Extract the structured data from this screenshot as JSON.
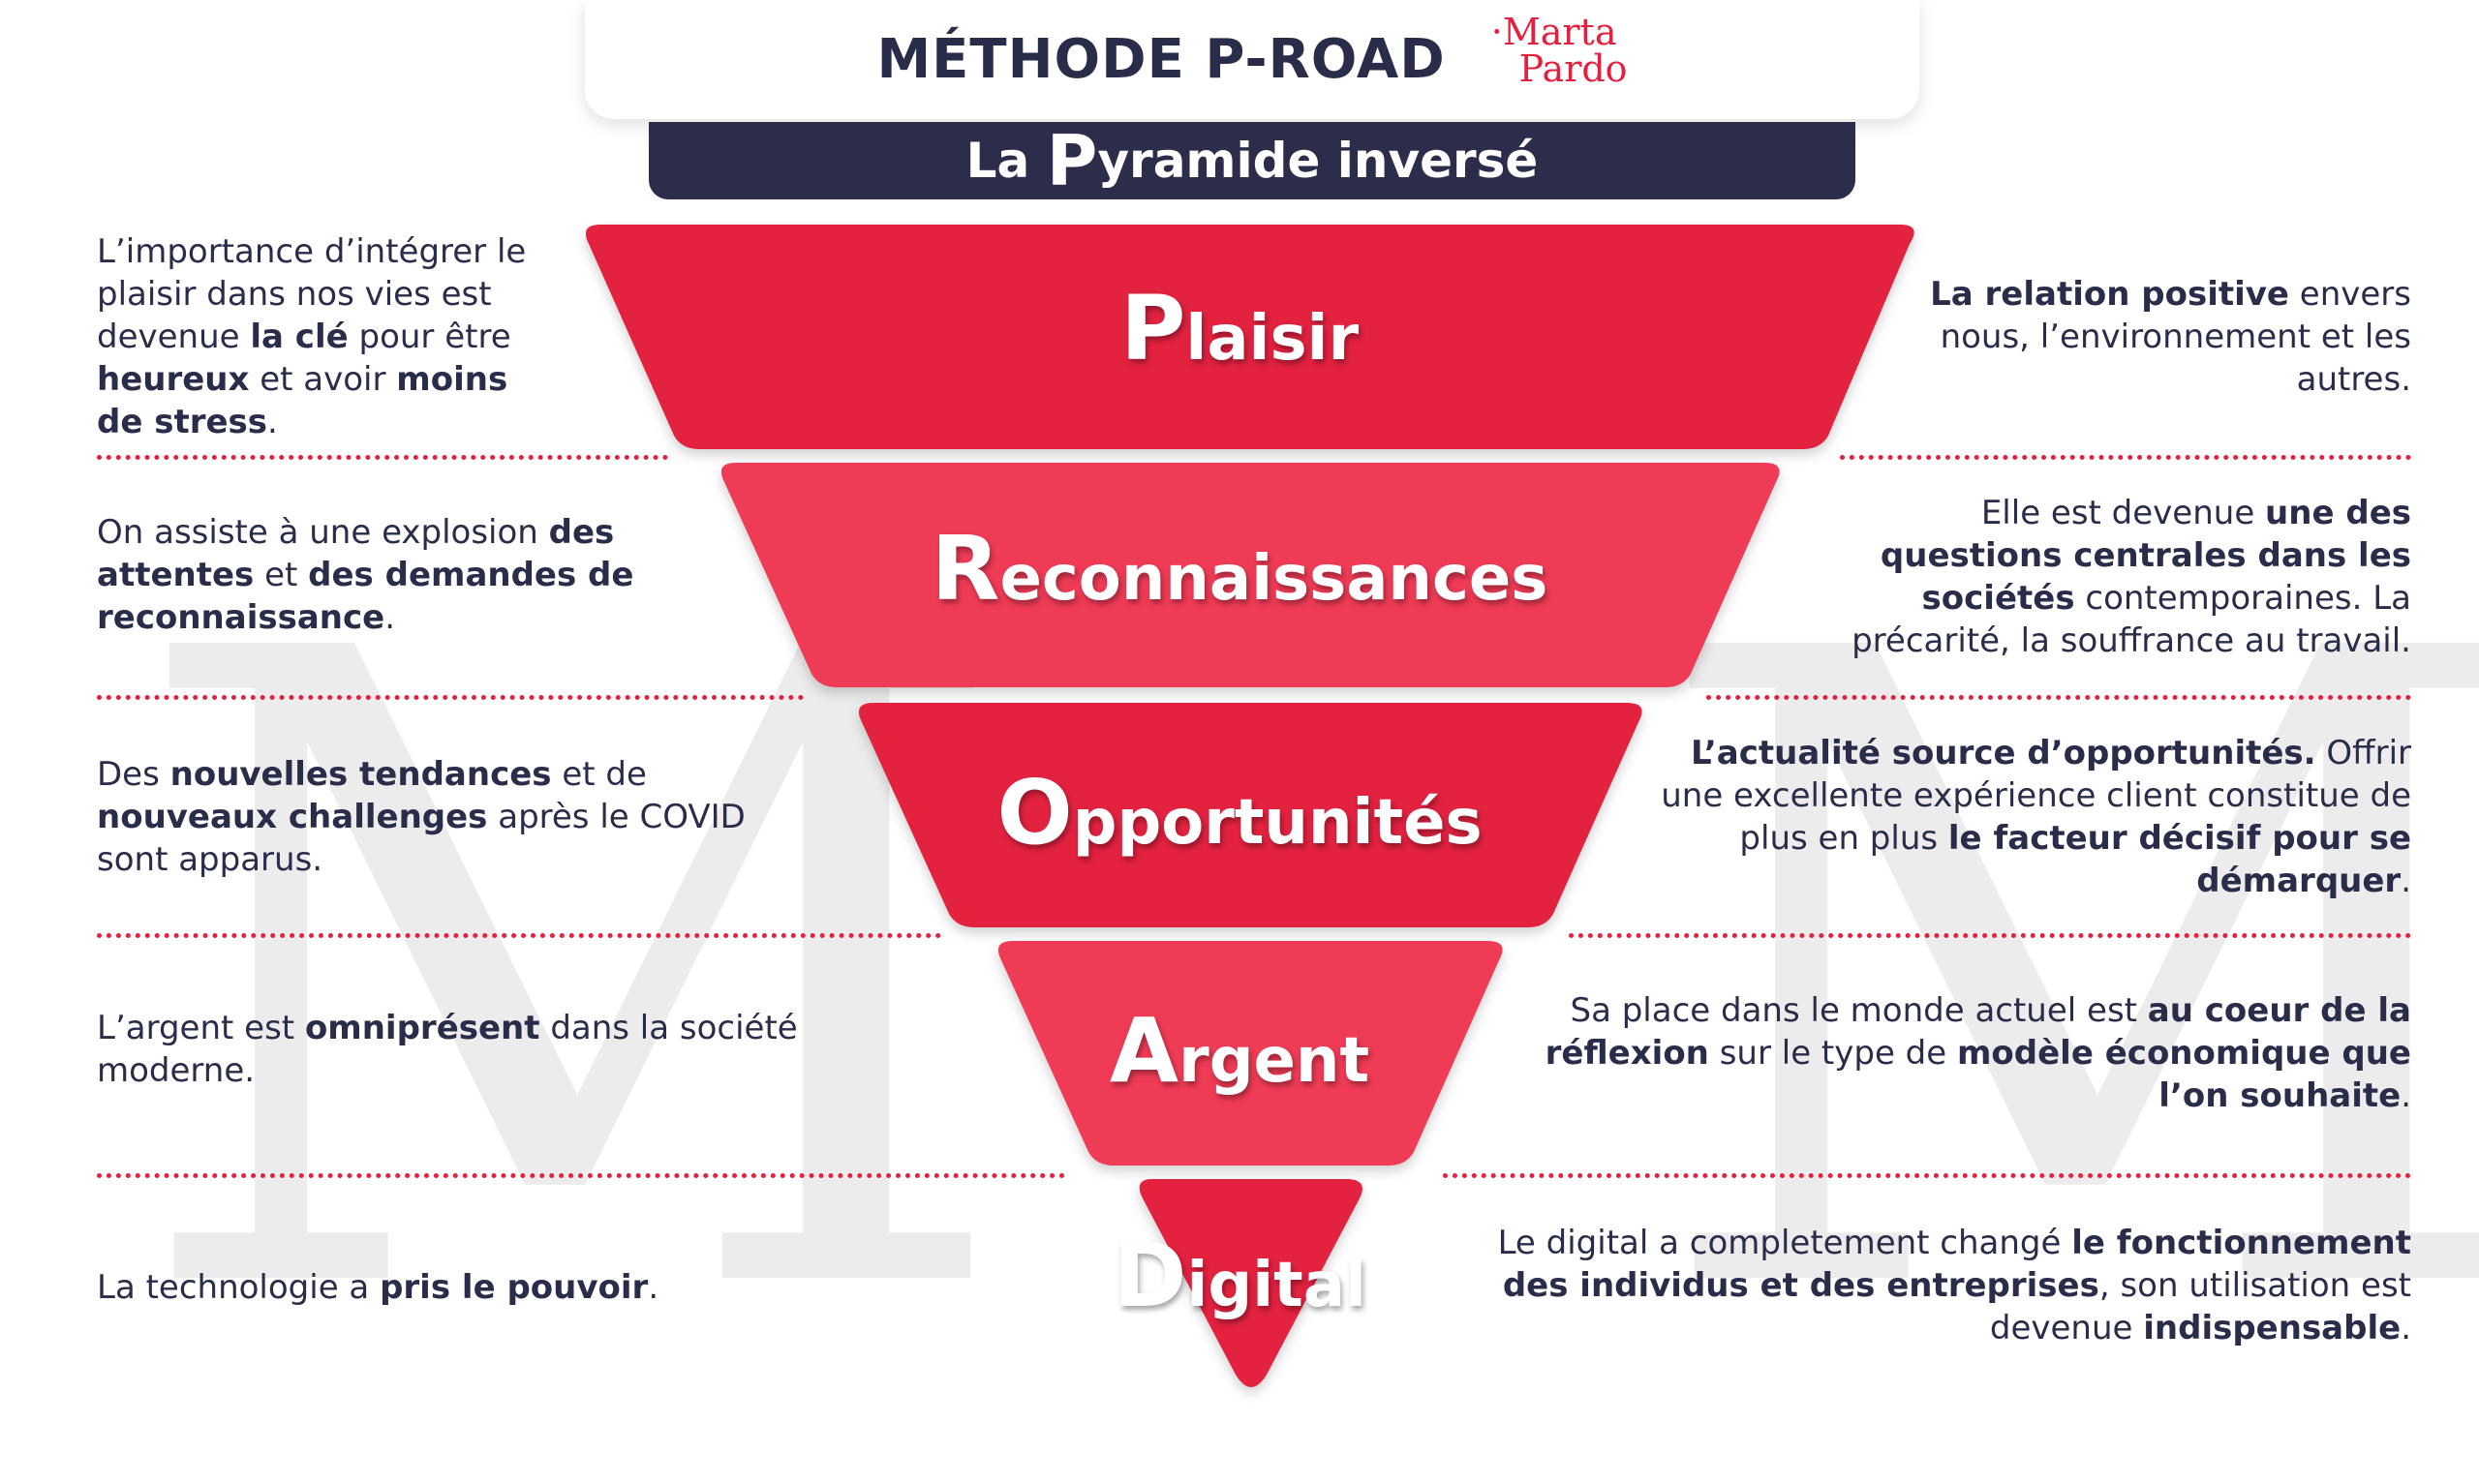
{
  "header": {
    "title": "MÉTHODE P-ROAD",
    "logo_line1": "·Marta",
    "logo_line2": "Pardo",
    "subtitle_pre": "La ",
    "subtitle_letter": "P",
    "subtitle_rest": "yramide inversé"
  },
  "watermark": {
    "left": "M",
    "right": "M"
  },
  "colors": {
    "primary_red": "#e3213f",
    "light_red": "#f03a57",
    "navy": "#2b2d4b"
  },
  "levels": [
    {
      "first": "P",
      "rest": "laisir",
      "left": [
        [
          "L’importance d’intégrer le",
          false
        ],
        [
          " plaisir dans nos vies est devenue ",
          false
        ],
        [
          "la clé",
          true
        ],
        [
          " pour être ",
          false
        ],
        [
          "heureux",
          true
        ],
        [
          " et avoir ",
          false
        ],
        [
          "moins de stress",
          true
        ],
        [
          ".",
          false
        ]
      ],
      "right": [
        [
          "La relation positive",
          true
        ],
        [
          " envers nous, l’environnement et les autres.",
          false
        ]
      ]
    },
    {
      "first": "R",
      "rest": "econnaissances",
      "left": [
        [
          "On assiste à une explosion ",
          false
        ],
        [
          "des attentes",
          true
        ],
        [
          " et ",
          false
        ],
        [
          "des demandes de reconnaissance",
          true
        ],
        [
          ".",
          false
        ]
      ],
      "right": [
        [
          "Elle est devenue ",
          false
        ],
        [
          "une des questions centrales dans les sociétés",
          true
        ],
        [
          " contemporaines. La précarité, la souffrance au travail.",
          false
        ]
      ]
    },
    {
      "first": "O",
      "rest": "pportunités",
      "left": [
        [
          "Des ",
          false
        ],
        [
          "nouvelles tendances",
          true
        ],
        [
          " et de ",
          false
        ],
        [
          "nouveaux challenges",
          true
        ],
        [
          " après le COVID sont apparus.",
          false
        ]
      ],
      "right": [
        [
          "L’actualité source d’opportunités.",
          true
        ],
        [
          " Offrir une excellente expérience client constitue de plus en plus ",
          false
        ],
        [
          "le facteur décisif pour se démarquer",
          true
        ],
        [
          ".",
          false
        ]
      ]
    },
    {
      "first": "A",
      "rest": "rgent",
      "left": [
        [
          "L’argent est ",
          false
        ],
        [
          "omniprésent",
          true
        ],
        [
          " dans la société moderne.",
          false
        ]
      ],
      "right": [
        [
          "Sa place dans le monde actuel est ",
          false
        ],
        [
          "au coeur de la réflexion",
          true
        ],
        [
          " sur le type de ",
          false
        ],
        [
          "modèle économique que l’on souhaite",
          true
        ],
        [
          ".",
          false
        ]
      ]
    },
    {
      "first": "D",
      "rest": "igital",
      "left": [
        [
          "La technologie a ",
          false
        ],
        [
          "pris le pouvoir",
          true
        ],
        [
          ".",
          false
        ]
      ],
      "right": [
        [
          "Le digital a completement changé ",
          false
        ],
        [
          "le fonctionnement des individus et des entreprises",
          true
        ],
        [
          ", son utilisation est devenue ",
          false
        ],
        [
          "indispensable",
          true
        ],
        [
          ".",
          false
        ]
      ]
    }
  ]
}
